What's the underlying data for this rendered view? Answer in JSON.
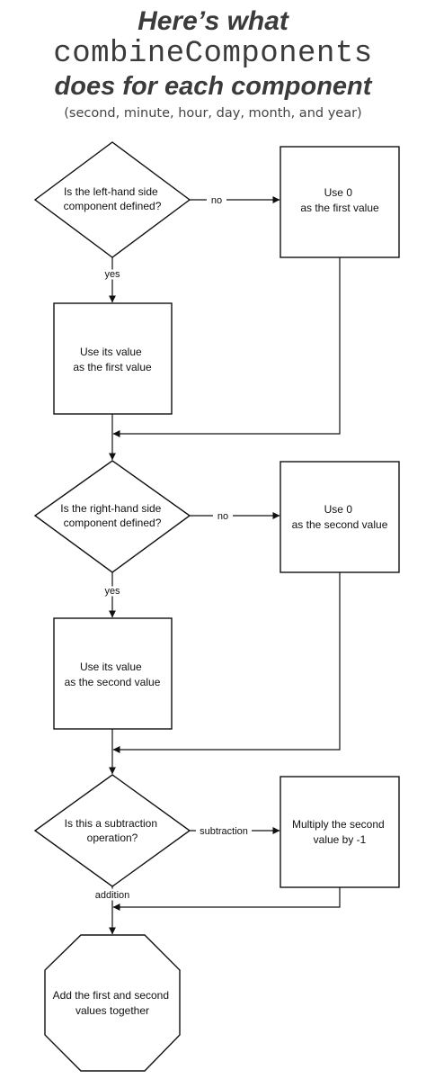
{
  "header": {
    "line1": "Here’s what",
    "line2": "combineComponents",
    "line3": "does for each component",
    "line4": "(second, minute, hour, day, month, and year)"
  },
  "nodes": {
    "d1": {
      "line1": "Is the left-hand side",
      "line2": "component defined?"
    },
    "b1": {
      "line1": "Use 0",
      "line2": "as the first value"
    },
    "b2": {
      "line1": "Use its value",
      "line2": "as the first value"
    },
    "d2": {
      "line1": "Is the right-hand side",
      "line2": "component defined?"
    },
    "b3": {
      "line1": "Use 0",
      "line2": "as the second value"
    },
    "b4": {
      "line1": "Use its value",
      "line2": "as the second value"
    },
    "d3": {
      "line1": "Is this a subtraction",
      "line2": "operation?"
    },
    "b5": {
      "line1": "Multiply the second",
      "line2": "value by -1"
    },
    "end": {
      "line1": "Add the first and second",
      "line2": "values together"
    }
  },
  "edges": {
    "d1_no": "no",
    "d1_yes": "yes",
    "d2_no": "no",
    "d2_yes": "yes",
    "d3_sub": "subtraction",
    "d3_add": "addition"
  },
  "colors": {
    "title": "#3b3b3b",
    "stroke": "#111111",
    "background": "#ffffff"
  }
}
